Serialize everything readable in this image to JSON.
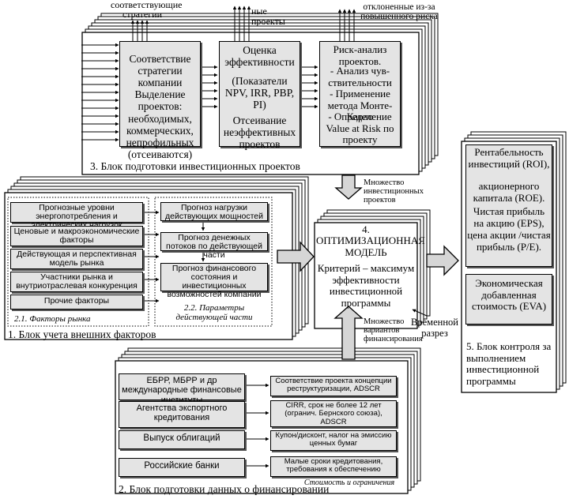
{
  "block3": {
    "title": "3. Блок подготовки инвестиционных проектов",
    "top_labels": {
      "strategic": "соответствующие стратегии",
      "efficient": "ные проекты",
      "risky": "отклоненные из-за повышенного риска"
    },
    "box_strategy": "Соответствие стратегии компании Выделение проектов: необходимых, коммерческих, непрофильных (отсеиваются)",
    "box_efficiency": {
      "title": "Оценка эффективности",
      "indicators": "(Показатели NPV, IRR, PBP, PI)",
      "screening": "Отсеивание неэффективных проектов"
    },
    "box_risk": {
      "title": "Риск-анализ проектов.",
      "items": [
        "- Анализ чув- ствительности",
        "- Применение метода Монте- Карло",
        "- Определение Value at Risk по проекту"
      ]
    }
  },
  "connector_projects": "Множество инвестиционных проектов",
  "connector_financing": "Множество вариантов финансирования",
  "block1": {
    "title": "1. Блок учета внешних факторов",
    "group_market_caption": "2.1. Факторы рынка",
    "group_params_caption": "2.2. Параметры действующей части",
    "market_factors": [
      "Прогнозные уровни энергопотребления и электрических нагрузок",
      "Ценовые и макроэкономические факторы",
      "Действующая и перспективная модель рынка",
      "Участники рынка и внутриотраслевая конкуренция",
      "Прочие факторы"
    ],
    "params": [
      "Прогноз нагрузки действующих мощностей",
      "Прогноз денежных потоков по действующей части",
      "Прогноз финансового состояния и инвестиционных возможностей компании"
    ]
  },
  "block4": {
    "number": "4.",
    "title": "ОПТИМИЗАЦИОННАЯ МОДЕЛЬ",
    "criterion": "Критерий – максимум эффективности инвестиционной программы",
    "time_cut": "Временной разрез"
  },
  "block5": {
    "title": "5. Блок контроля за выполнением инвестиционной программы",
    "indicators_top": [
      "Рентабельность инвестиций (ROI),",
      "акционерного капитала (ROE).",
      "Чистая прибыль на акцию (EPS),",
      "цена акции /чистая прибыль (P/E)."
    ],
    "indicators_bottom": "Экономическая добавленная стоимость (EVA)"
  },
  "block2": {
    "title": "2. Блок подготовки данных о финансировании",
    "caption": "Стоимость и ограничения",
    "sources": [
      {
        "name": "ЕБРР, МБРР и др международные финансовые институты",
        "terms": "Соответствие проекта концепции реструктуризации, ADSCR"
      },
      {
        "name": "Агентства экспортного кредитования",
        "terms": "CIRR, срок не более 12 лет (огранич. Бернского союза), ADSCR"
      },
      {
        "name": "Выпуск облигаций",
        "terms": "Купон/дисконт, налог на эмиссию ценных бумаг"
      },
      {
        "name": "Российские банки",
        "terms": "Малые сроки кредитования, требования к обеспечению"
      }
    ]
  }
}
